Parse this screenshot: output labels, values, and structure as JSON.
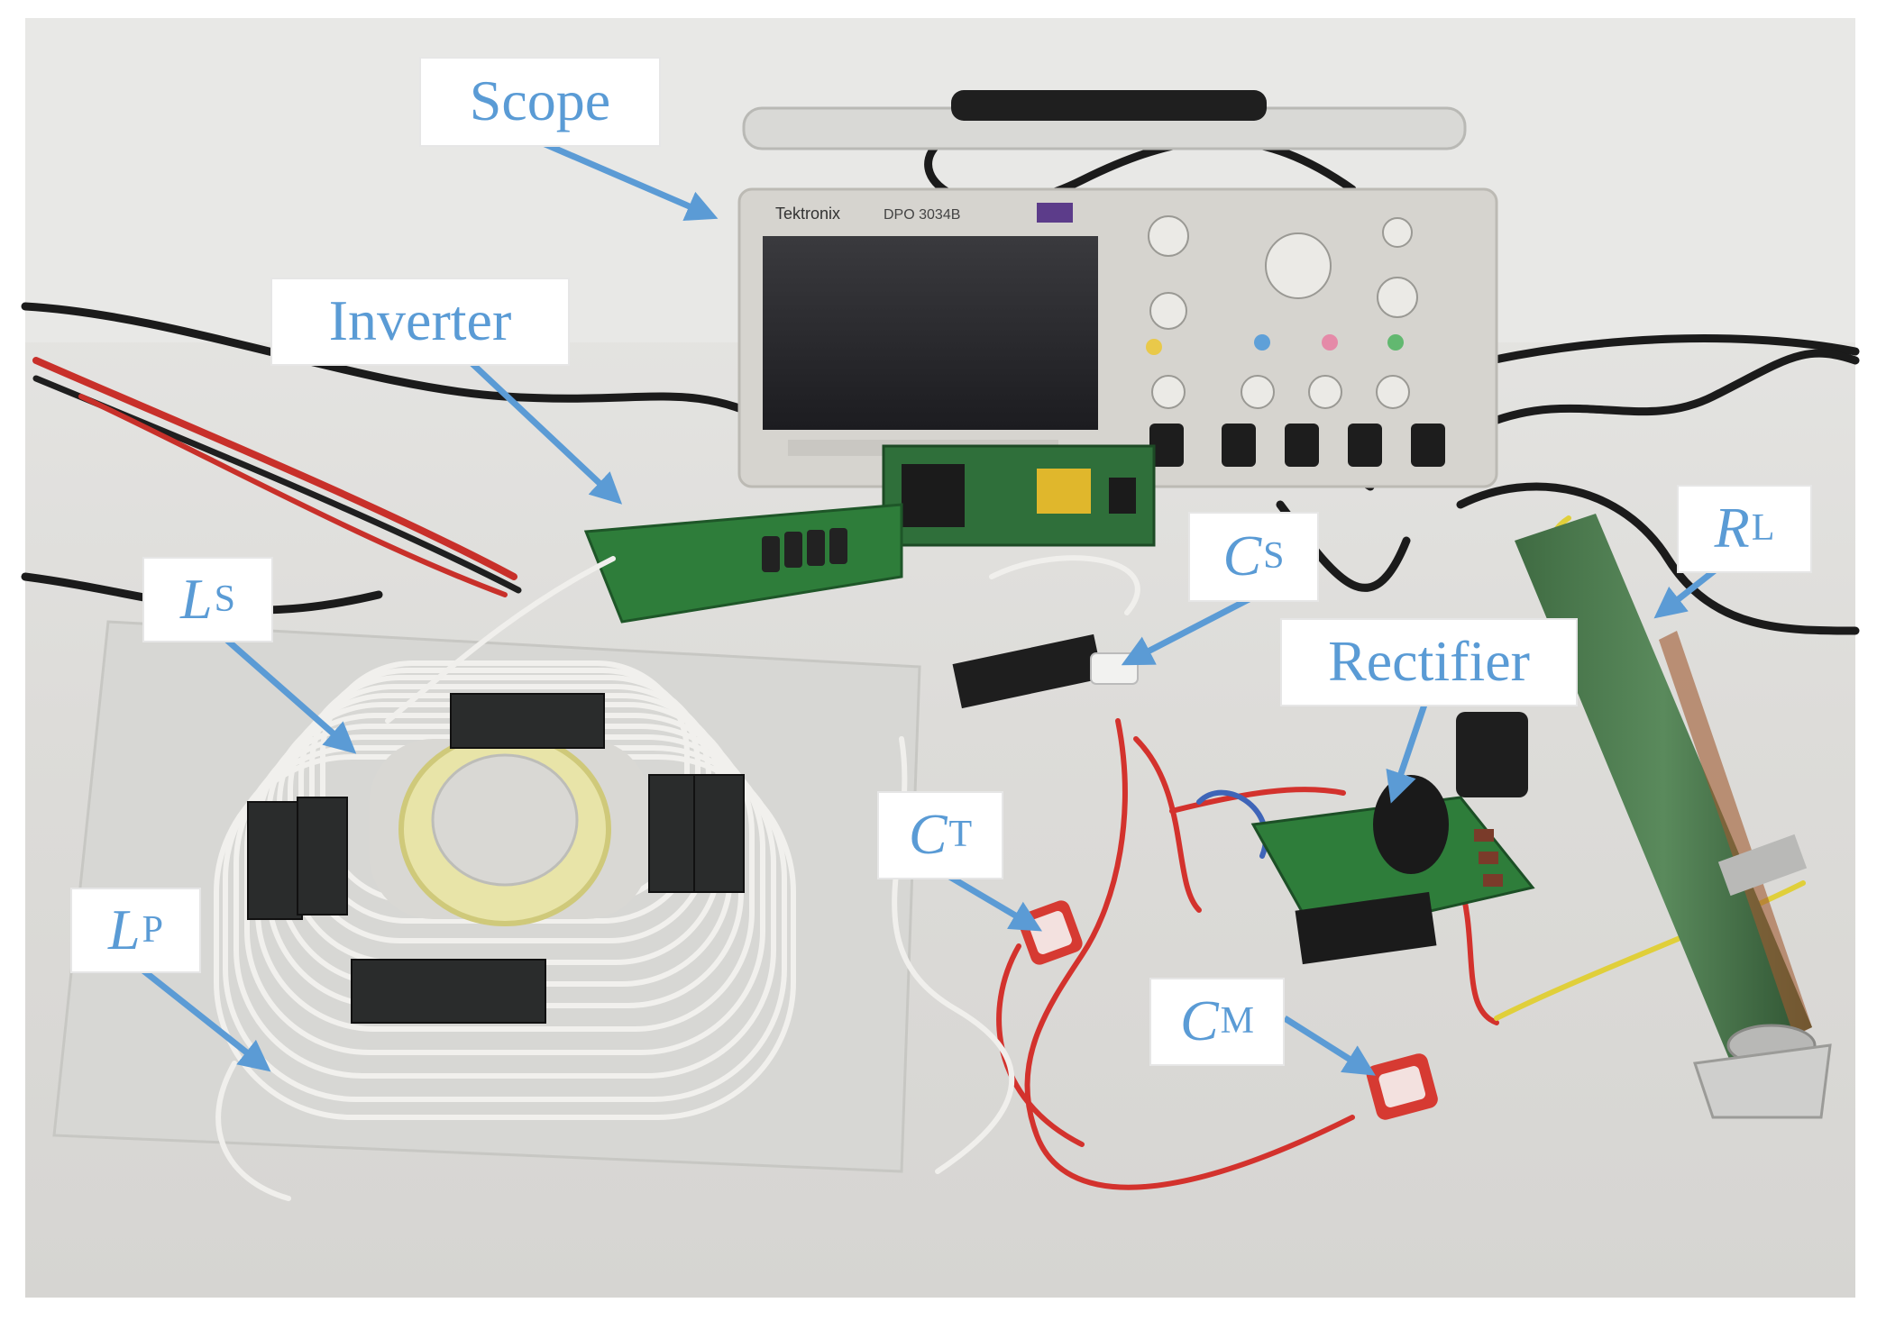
{
  "colors": {
    "label_text": "#5a9bd5",
    "arrow": "#5b9bd5",
    "board_green": "#2e7d3a",
    "coil_white": "#ecebe8",
    "table_bg": "#dcdcdc",
    "wire_red": "#d3322d"
  },
  "labels": {
    "scope": "Scope",
    "inverter": "Inverter",
    "rectifier": "Rectifier",
    "ls": {
      "sym": "L",
      "sub": "S"
    },
    "lp": {
      "sym": "L",
      "sub": "P"
    },
    "cs": {
      "sym": "C",
      "sub": "S"
    },
    "ct": {
      "sym": "C",
      "sub": "T"
    },
    "cm": {
      "sym": "C",
      "sub": "M"
    },
    "rl": {
      "sym": "R",
      "sub": "L"
    }
  },
  "scope_brand": "Tektronix",
  "scope_model": "DPO 3034B"
}
